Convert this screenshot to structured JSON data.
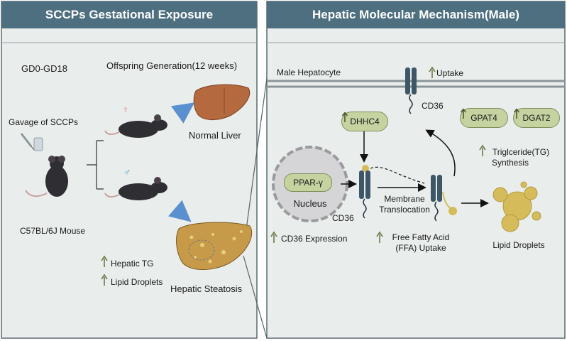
{
  "left_panel": {
    "title": "SCCPs Gestational Exposure",
    "period": "GD0-GD18",
    "offspring": "Offspring Generation(12 weeks)",
    "gavage": "Gavage of SCCPs",
    "mouse_strain": "C57BL/6J Mouse",
    "female_symbol": "♀",
    "male_symbol": "♂",
    "normal_liver": "Normal Liver",
    "steatosis": "Hepatic Steatosis",
    "marker_tg": "Hepatic TG",
    "marker_ld": "Lipid Droplets"
  },
  "right_panel": {
    "title": "Hepatic Molecular Mechanism(Male)",
    "membrane_label": "Male Hepatocyte",
    "uptake": "Uptake",
    "cd36_top": "CD36",
    "dhhc4": "DHHC4",
    "gpat4": "GPAT4",
    "dgat2": "DGAT2",
    "tg_synthesis_line1": "Triglceride(TG)",
    "tg_synthesis_line2": "Synthesis",
    "ppar": "PPAR-γ",
    "nucleus": "Nucleus",
    "cd36_mid": "CD36",
    "translocation_line1": "Membrane",
    "translocation_line2": "Translocation",
    "cd36_expression": "CD36 Expression",
    "ffa_line1": "Free Fatty Acid",
    "ffa_line2": "(FFA) Uptake",
    "lipid_droplets": "Lipid Droplets"
  },
  "colors": {
    "header": "#4e6f80",
    "panel_bg": "#e9eeec",
    "pill": "#c4d3a0",
    "up_arrow": "#6b7b4a",
    "receptor": "#3d5668",
    "droplet": "#d6bb5a",
    "liver_normal": "#b5693f",
    "liver_fatty": "#c79a4a",
    "blue_arrow": "#5a8fd0"
  }
}
